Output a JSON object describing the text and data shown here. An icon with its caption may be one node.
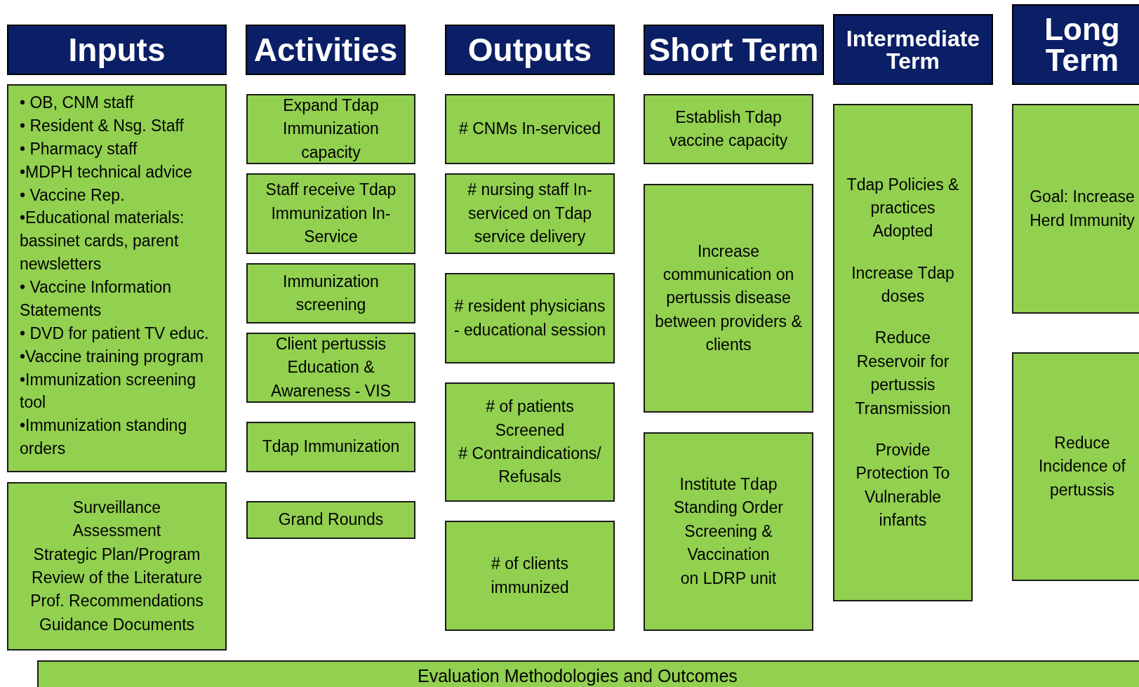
{
  "diagram": {
    "nodes": [
      {
        "text": [
          "Inputs"
        ]
      },
      {
        "text": [
          "Activities"
        ]
      },
      {
        "text": [
          "Outputs"
        ]
      },
      {
        "text": [
          "Short Term"
        ]
      },
      {
        "text": [
          "Intermediate Term"
        ]
      },
      {
        "text": [
          "Long Term"
        ]
      },
      {
        "text": [
          "• OB, CNM staff",
          "• Resident & Nsg. Staff",
          "• Pharmacy staff",
          "•MDPH technical advice",
          "• Vaccine Rep.",
          "•Educational materials: bassinet cards, parent newsletters",
          "• Vaccine Information Statements",
          "• DVD for patient TV educ.",
          "•Vaccine training program",
          "•Immunization screening tool",
          "•Immunization standing orders"
        ]
      },
      {
        "text": [
          "Surveillance",
          "Assessment",
          "Strategic Plan/Program",
          "Review of the Literature",
          "Prof. Recommendations",
          "Guidance Documents"
        ]
      },
      {
        "text": [
          "Expand Tdap Immunization capacity"
        ]
      },
      {
        "text": [
          "Staff receive Tdap Immunization In-Service"
        ]
      },
      {
        "text": [
          "Immunization screening"
        ]
      },
      {
        "text": [
          "Client pertussis Education & Awareness - VIS"
        ]
      },
      {
        "text": [
          "Tdap Immunization"
        ]
      },
      {
        "text": [
          "Grand Rounds"
        ]
      },
      {
        "text": [
          "# CNMs In-serviced"
        ]
      },
      {
        "text": [
          "# nursing staff In-serviced on Tdap service delivery"
        ]
      },
      {
        "text": [
          "# resident physicians - educational session"
        ]
      },
      {
        "text": [
          "# of patients Screened",
          "# Contraindications/ Refusals"
        ]
      },
      {
        "text": [
          "# of clients immunized"
        ]
      },
      {
        "text": [
          "Establish Tdap vaccine capacity"
        ]
      },
      {
        "text": [
          "Increase communication on pertussis disease between providers & clients"
        ]
      },
      {
        "text": [
          "Institute Tdap",
          "Standing Order Screening & Vaccination",
          "on LDRP unit"
        ]
      },
      {
        "text": [
          "Tdap Policies & practices Adopted",
          "Increase Tdap doses",
          "Reduce Reservoir for pertussis Transmission",
          "Provide Protection To Vulnerable infants"
        ]
      },
      {
        "text": [
          "Goal: Increase Herd Immunity"
        ]
      },
      {
        "text": [
          "Reduce Incidence of pertussis"
        ]
      },
      {
        "text": [
          "Evaluation Methodologies and Outcomes"
        ]
      }
    ]
  }
}
